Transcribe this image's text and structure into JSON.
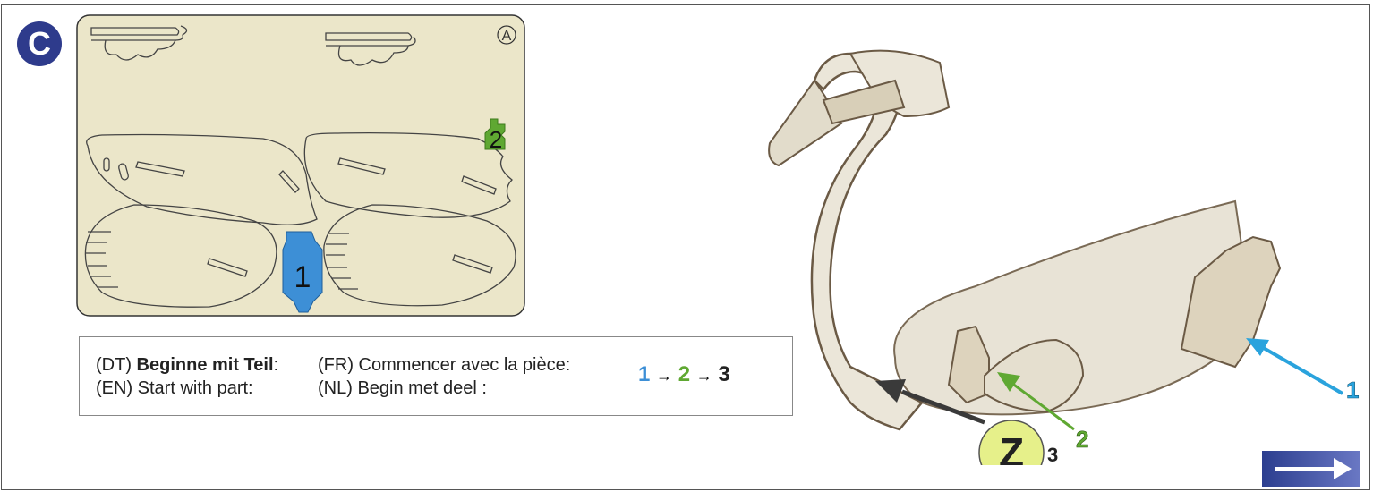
{
  "step": {
    "letter": "C"
  },
  "sheet": {
    "label": "A",
    "part_1": "1",
    "part_2": "2",
    "colors": {
      "sheet": "#ebe6c9",
      "part_1": "#3d8fd6",
      "part_2": "#5fa832",
      "outline": "#333333"
    }
  },
  "instruction": {
    "de_prefix": "(DT) ",
    "de_bold": "Beginne mit Teil",
    "de_colon": ":",
    "en": "(EN) Start with part:",
    "fr": "(FR) Commencer avec la pièce:",
    "nl": "(NL) Begin met deel :",
    "sequence": {
      "first": "1",
      "second": "2",
      "third": "3",
      "arrow": "→"
    }
  },
  "photo": {
    "label_1": "1",
    "label_2": "2",
    "label_3": "3",
    "part_z": "Z",
    "colors": {
      "arrow_1": "#2aa3dd",
      "arrow_2": "#5fa832",
      "arrow_3": "#3a3a3a",
      "z_circle": "#e6f08a"
    }
  },
  "navigation": {
    "next_icon": "next-arrow-icon",
    "color": "#2c3e8f"
  }
}
